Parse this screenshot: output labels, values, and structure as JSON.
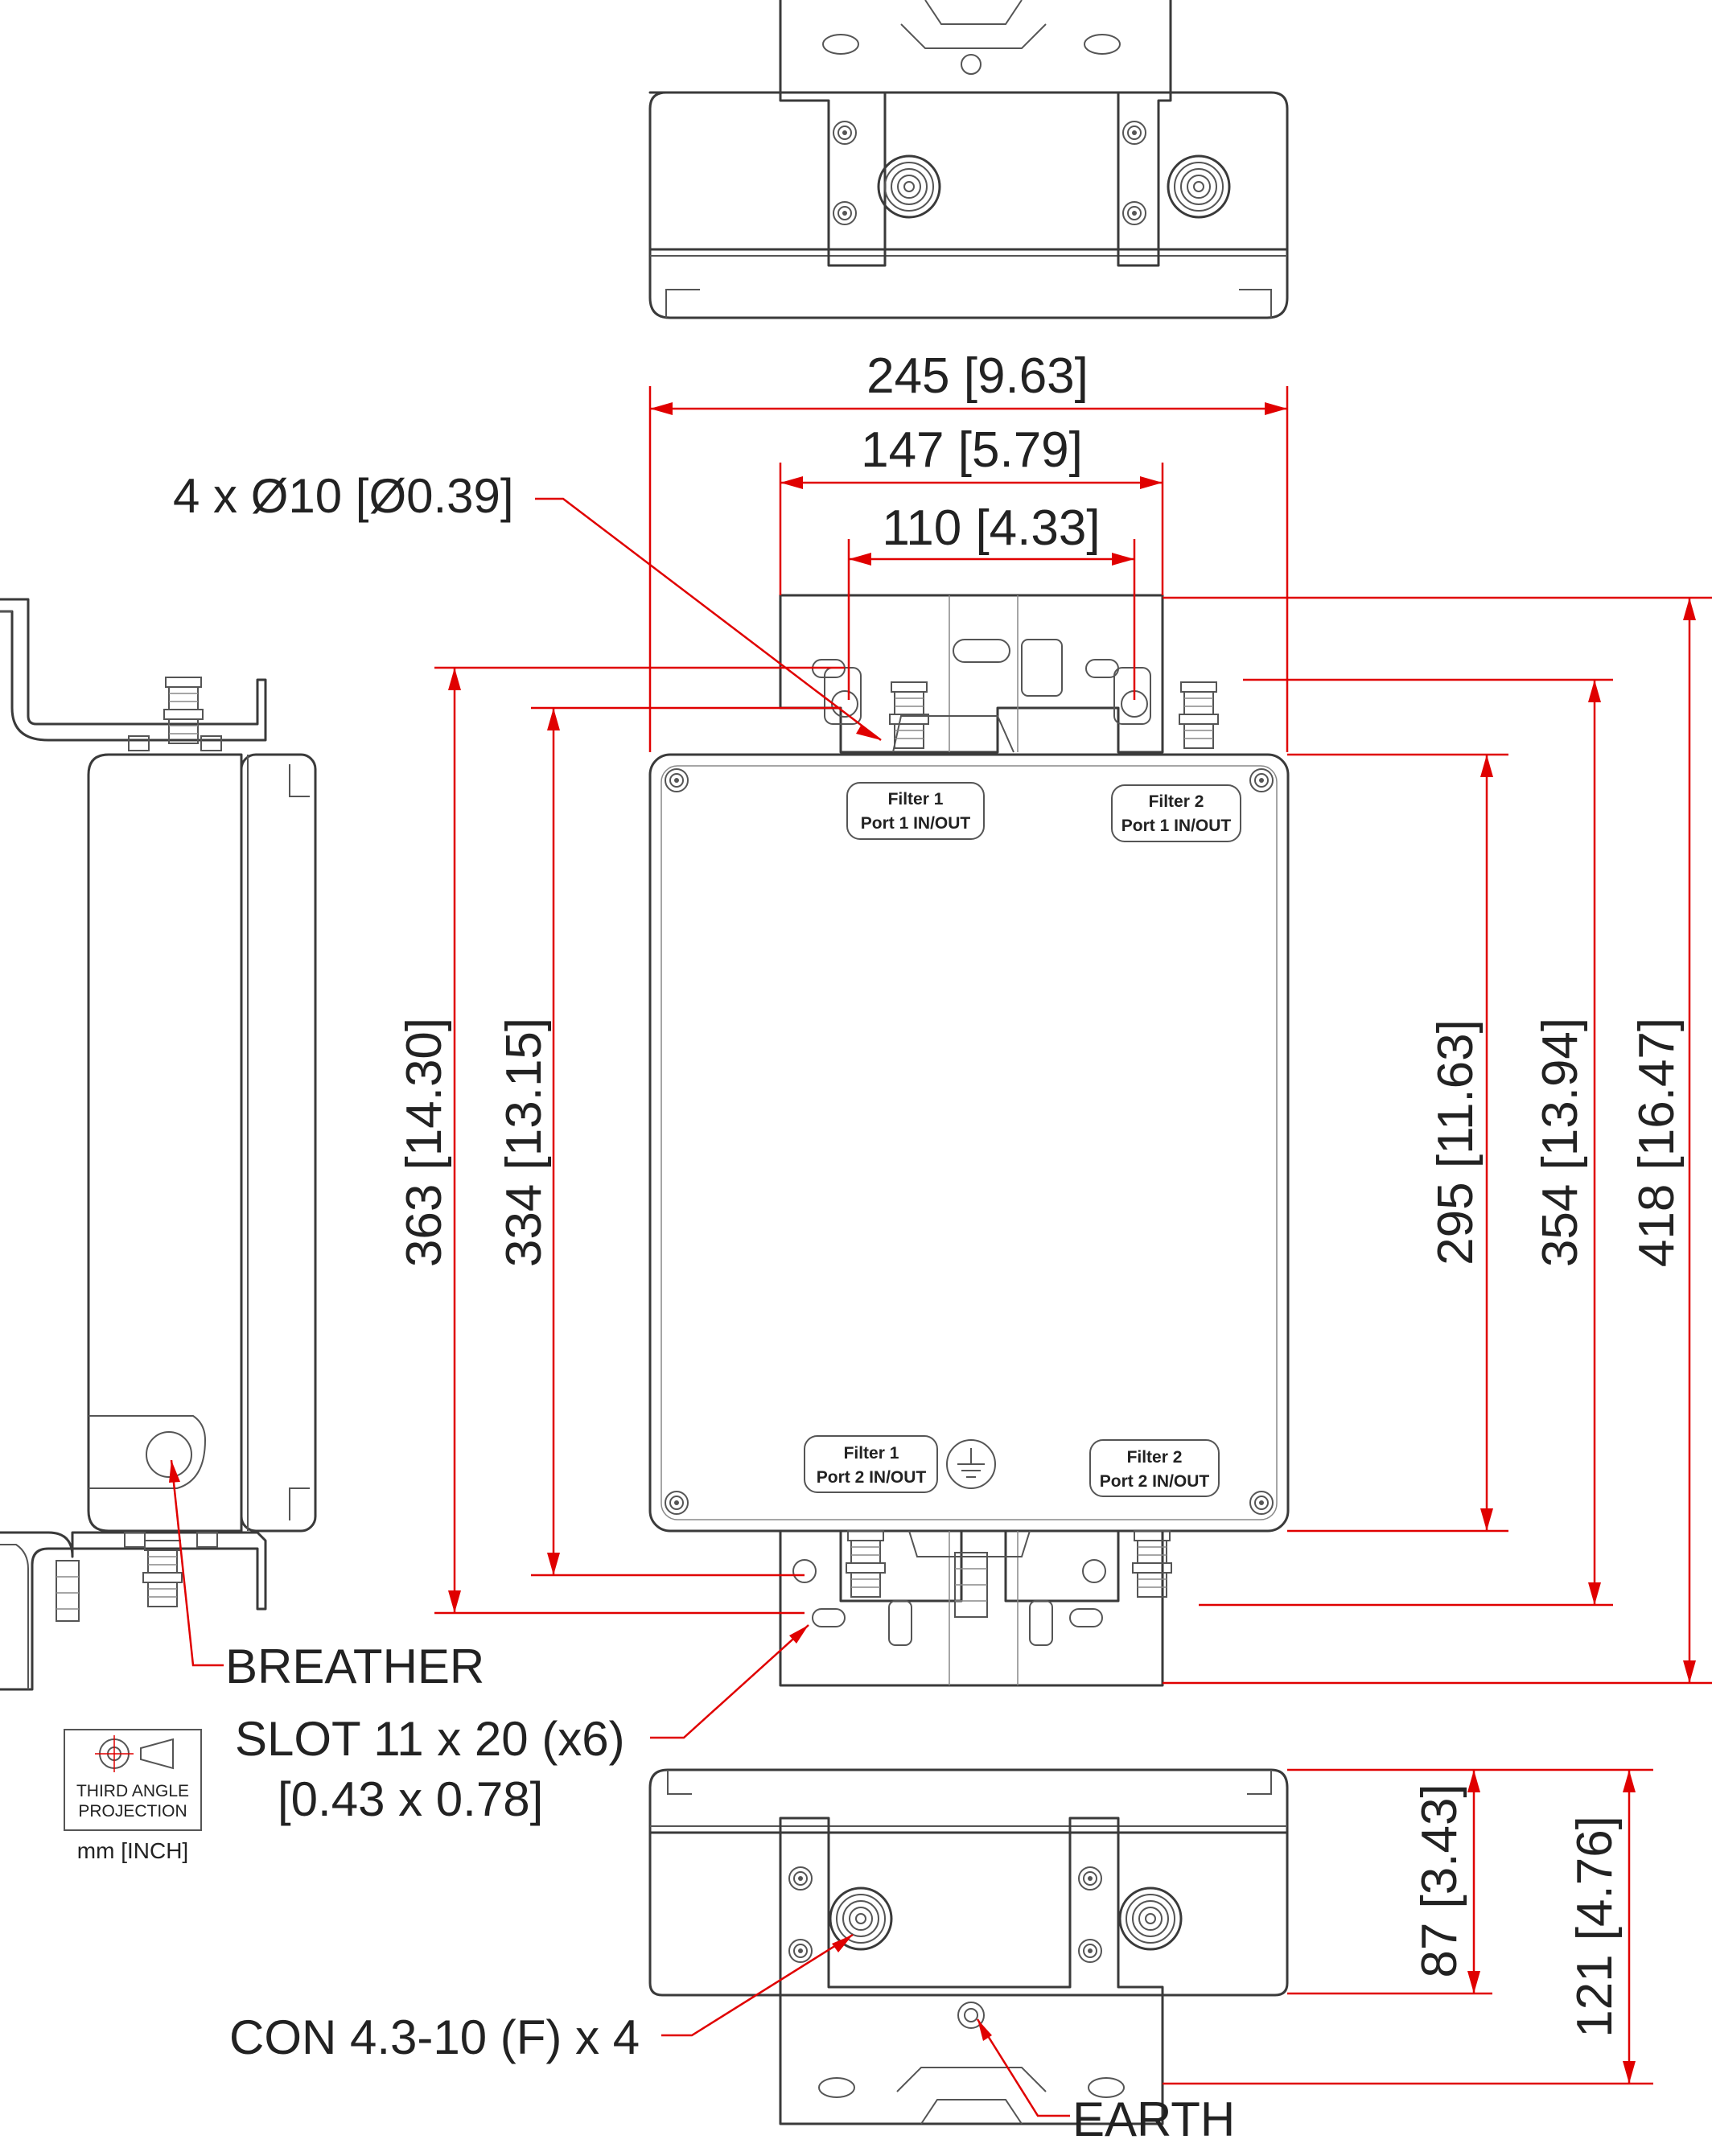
{
  "dimensions": {
    "width_overall": "245 [9.63]",
    "mount_width": "147 [5.79]",
    "hole_spacing": "110 [4.33]",
    "height_363": "363 [14.30]",
    "height_334": "334 [13.15]",
    "height_295": "295 [11.63]",
    "height_354": "354 [13.94]",
    "height_418": "418 [16.47]",
    "depth_87": "87 [3.43]",
    "depth_121": "121 [4.76]"
  },
  "callouts": {
    "holes": "4 x Ø10 [Ø0.39]",
    "breather": "BREATHER",
    "slot_line1": "SLOT 11 x 20 (x6)",
    "slot_line2": "[0.43 x 0.78]",
    "connector": "CON 4.3-10 (F) x 4",
    "earth": "EARTH"
  },
  "port_labels": {
    "f1p1_line1": "Filter 1",
    "f1p1_line2": "Port 1 IN/OUT",
    "f2p1_line1": "Filter 2",
    "f2p1_line2": "Port 1 IN/OUT",
    "f1p2_line1": "Filter 1",
    "f1p2_line2": "Port 2 IN/OUT",
    "f2p2_line1": "Filter 2",
    "f2p2_line2": "Port 2 IN/OUT"
  },
  "projection": {
    "line1": "THIRD ANGLE",
    "line2": "PROJECTION",
    "units": "mm [INCH]"
  },
  "colors": {
    "dimension": "#e00000",
    "outline": "#3a3a3a"
  }
}
